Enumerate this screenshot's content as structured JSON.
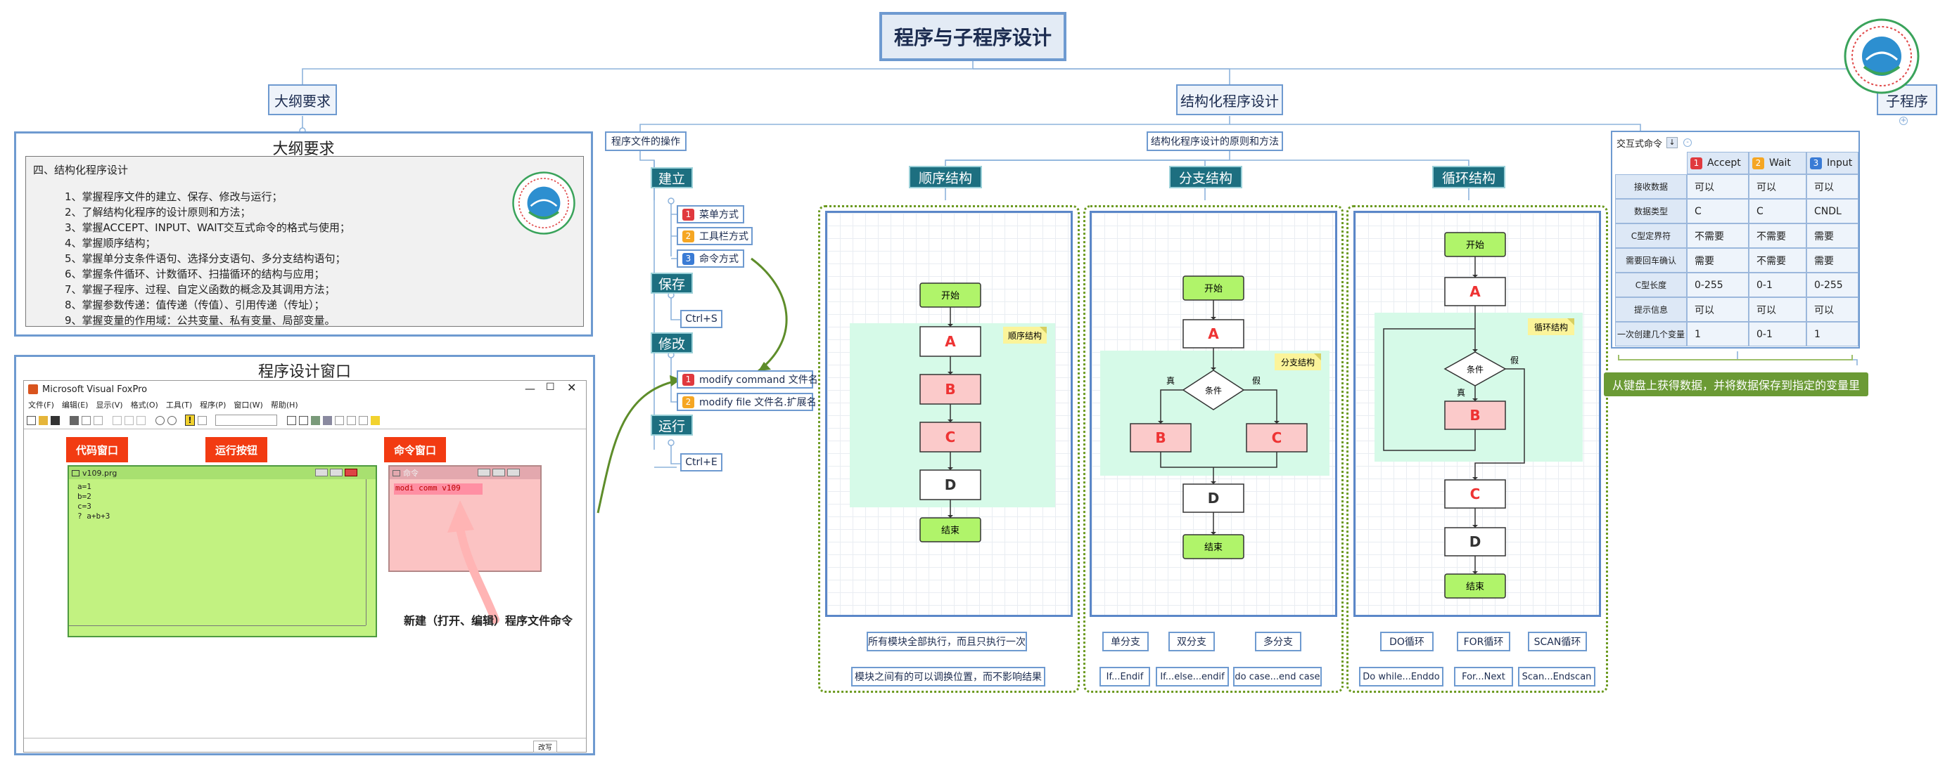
{
  "title": "程序与子程序设计",
  "branches": {
    "outline": "大纲要求",
    "structured": "结构化程序设计",
    "sub": "子程序"
  },
  "outline_panel": {
    "title": "大纲要求",
    "heading": "四、结构化程序设计",
    "items": [
      "1、掌握程序文件的建立、保存、修改与运行；",
      "2、了解结构化程序的设计原则和方法；",
      "3、掌握ACCEPT、INPUT、WAIT交互式命令的格式与使用；",
      "4、掌握顺序结构；",
      "5、掌握单分支条件语句、选择分支语句、多分支结构语句；",
      "6、掌握条件循环、计数循环、扫描循环的结构与应用；",
      "7、掌握子程序、过程、自定义函数的概念及其调用方法；",
      "8、掌握参数传递：值传递（传值）、引用传递（传址）；",
      "9、掌握变量的作用域：公共变量、私有变量、局部变量。"
    ]
  },
  "design_panel": {
    "title": "程序设计窗口",
    "app_title": "Microsoft Visual FoxPro",
    "menus": [
      "文件(F)",
      "编辑(E)",
      "显示(V)",
      "格式(O)",
      "工具(T)",
      "程序(P)",
      "窗口(W)",
      "帮助(H)"
    ],
    "tags": {
      "code": "代码窗口",
      "run": "运行按钮",
      "cmd": "命令窗口"
    },
    "code_window": {
      "title": "v109.prg",
      "lines": [
        "a=1",
        "b=2",
        "c=3",
        "? a+b+3"
      ]
    },
    "cmd_window": {
      "title": "命令",
      "command": "modi comm v109"
    },
    "caption": "新建（打开、编辑）程序文件命令",
    "status_text": "改写"
  },
  "file_ops": {
    "title": "程序文件的操作",
    "create": {
      "label": "建立",
      "items": [
        "菜单方式",
        "工具栏方式",
        "命令方式"
      ]
    },
    "save": {
      "label": "保存",
      "key": "Ctrl+S"
    },
    "modify": {
      "label": "修改",
      "items": [
        "modify command 文件名",
        "modify file 文件名.扩展名"
      ]
    },
    "run": {
      "label": "运行",
      "key": "Ctrl+E"
    }
  },
  "principles": {
    "title": "结构化程序设计的原则和方法",
    "sequence": {
      "title": "顺序结构",
      "nodes": [
        "开始",
        "A",
        "B",
        "C",
        "D",
        "结束"
      ],
      "note": "顺序结构",
      "desc": [
        "所有模块全部执行，而且只执行一次",
        "模块之间有的可以调换位置，而不影响结果"
      ]
    },
    "branch": {
      "title": "分支结构",
      "nodes": [
        "开始",
        "A",
        "条件",
        "B",
        "C",
        "D",
        "结束"
      ],
      "yes": "真",
      "no": "假",
      "note": "分支结构",
      "kinds": [
        "单分支",
        "双分支",
        "多分支"
      ],
      "syntax": [
        "If...Endif",
        "If...else...endif",
        "do case...end case"
      ]
    },
    "loop": {
      "title": "循环结构",
      "nodes": [
        "开始",
        "A",
        "条件",
        "B",
        "C",
        "D",
        "结束"
      ],
      "yes": "真",
      "no": "假",
      "note": "循环结构",
      "kinds": [
        "DO循环",
        "FOR循环",
        "SCAN循环"
      ],
      "syntax": [
        "Do while...Enddo",
        "For...Next",
        "Scan...Endscan"
      ]
    }
  },
  "interactive": {
    "title": "交互式命令",
    "columns": [
      {
        "num": "1",
        "label": "Accept"
      },
      {
        "num": "2",
        "label": "Wait"
      },
      {
        "num": "3",
        "label": "Input"
      }
    ],
    "rows": [
      {
        "label": "接收数据",
        "values": [
          "可以",
          "可以",
          "可以"
        ]
      },
      {
        "label": "数据类型",
        "values": [
          "C",
          "C",
          "CNDL"
        ]
      },
      {
        "label": "C型定界符",
        "values": [
          "不需要",
          "不需要",
          "需要"
        ]
      },
      {
        "label": "需要回车确认",
        "values": [
          "需要",
          "不需要",
          "需要"
        ]
      },
      {
        "label": "C型长度",
        "values": [
          "0-255",
          "0-1",
          "0-255"
        ]
      },
      {
        "label": "提示信息",
        "values": [
          "可以",
          "可以",
          "可以"
        ]
      },
      {
        "label": "一次创建几个变量",
        "values": [
          "1",
          "0-1",
          "1"
        ]
      }
    ],
    "summary": "从键盘上获得数据，并将数据保存到指定的变量里"
  }
}
